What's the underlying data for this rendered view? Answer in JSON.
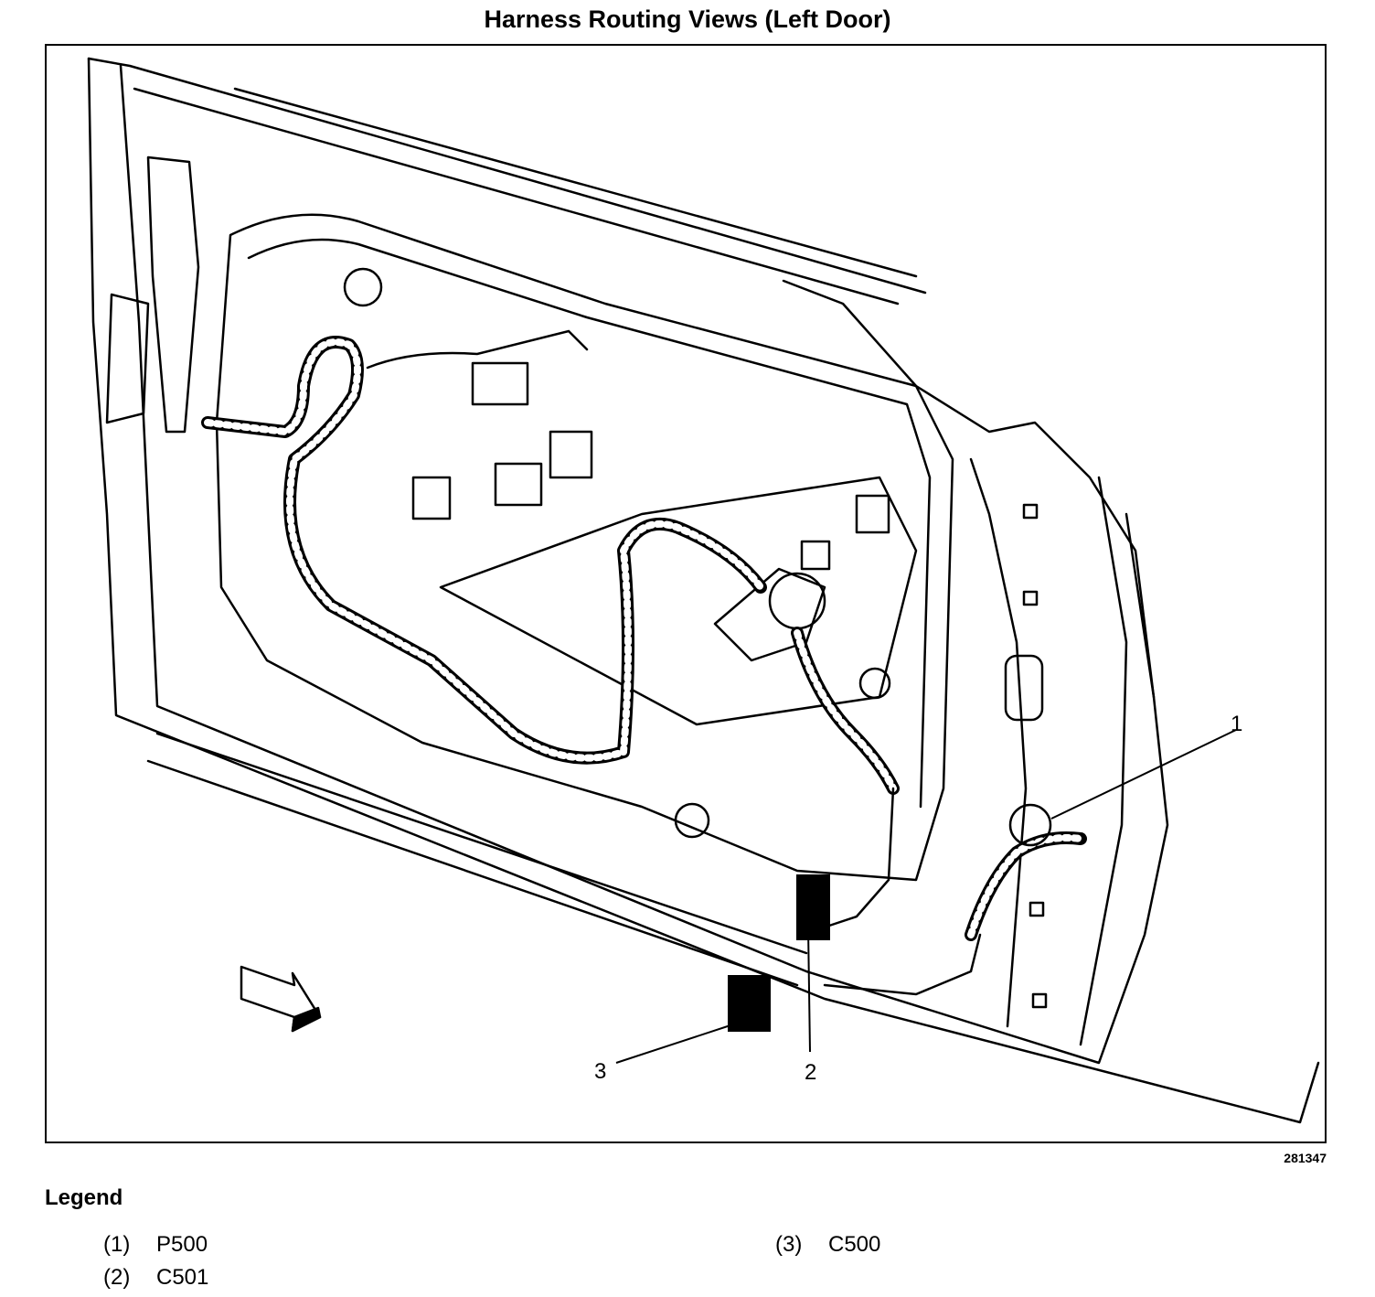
{
  "title": "Harness Routing Views (Left Door)",
  "figure_id": "281347",
  "callouts": [
    {
      "number": "1",
      "component": "P500"
    },
    {
      "number": "2",
      "component": "C501"
    },
    {
      "number": "3",
      "component": "C500"
    }
  ],
  "legend": {
    "heading": "Legend",
    "items": [
      {
        "number": "(1)",
        "label": "P500"
      },
      {
        "number": "(2)",
        "label": "C501"
      },
      {
        "number": "(3)",
        "label": "C500"
      }
    ]
  }
}
